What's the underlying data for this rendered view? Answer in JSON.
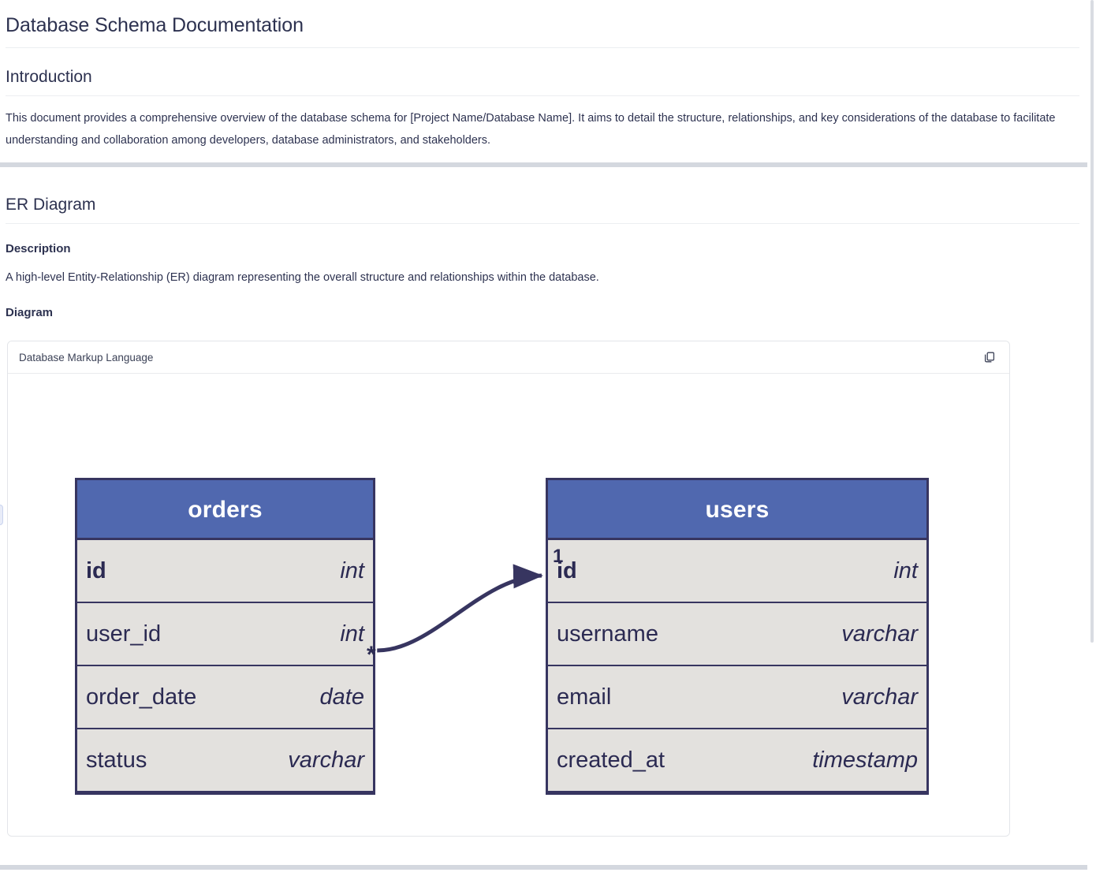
{
  "document": {
    "title": "Database Schema Documentation",
    "sections": [
      {
        "heading": "Introduction",
        "body": "This document provides a comprehensive overview of the database schema for [Project Name/Database Name]. It aims to detail the structure, relationships, and key considerations of the database to facilitate understanding and collaboration among developers, database administrators, and stakeholders."
      },
      {
        "heading": "ER Diagram",
        "sub_heading_description": "Description",
        "description": "A high-level Entity-Relationship (ER) diagram representing the overall structure and relationships within the database.",
        "sub_heading_diagram": "Diagram"
      }
    ]
  },
  "codeblock": {
    "language_label": "Database Markup Language",
    "copy_icon": "copy-icon"
  },
  "diagram": {
    "type": "er-diagram",
    "tables": [
      {
        "name": "orders",
        "columns": [
          {
            "name": "id",
            "type": "int",
            "primary_key": true
          },
          {
            "name": "user_id",
            "type": "int",
            "primary_key": false,
            "marker": "*"
          },
          {
            "name": "order_date",
            "type": "date",
            "primary_key": false
          },
          {
            "name": "status",
            "type": "varchar",
            "primary_key": false
          }
        ]
      },
      {
        "name": "users",
        "columns": [
          {
            "name": "id",
            "type": "int",
            "primary_key": true,
            "marker": "1"
          },
          {
            "name": "username",
            "type": "varchar",
            "primary_key": false
          },
          {
            "name": "email",
            "type": "varchar",
            "primary_key": false
          },
          {
            "name": "created_at",
            "type": "timestamp",
            "primary_key": false
          }
        ]
      }
    ],
    "relationships": [
      {
        "from_table": "orders",
        "from_column": "user_id",
        "from_cardinality": "*",
        "to_table": "users",
        "to_column": "id",
        "to_cardinality": "1"
      }
    ]
  },
  "colors": {
    "table_header_bg": "#5068af",
    "table_row_bg": "#e3e1de",
    "table_border": "#373560",
    "text": "#2d3250",
    "divider": "#d4d8df"
  }
}
